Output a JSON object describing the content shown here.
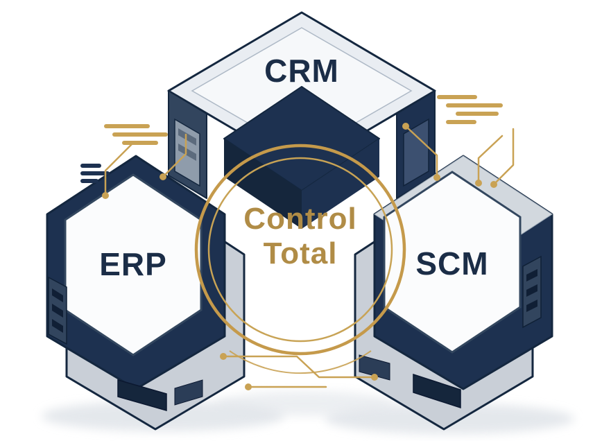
{
  "diagram": {
    "type": "isometric-hexagon-modules",
    "center_label": {
      "line1": "Control",
      "line2": "Total"
    },
    "modules": [
      {
        "id": "crm",
        "label": "CRM",
        "position": "top"
      },
      {
        "id": "erp",
        "label": "ERP",
        "position": "bottom-left"
      },
      {
        "id": "scm",
        "label": "SCM",
        "position": "bottom-right"
      }
    ],
    "colors": {
      "navy": "#1d3150",
      "navy_dark": "#10223a",
      "navy_deep": "#15263c",
      "slate": "#32455e",
      "gray_base": "#c9cfd7",
      "gray_roof": "#d2d8de",
      "face_light": "#e9edf2",
      "face_lighter": "#f6f8fa",
      "white_face": "#fbfcfd",
      "gold": "#c9a254",
      "gold_text": "#b08c46",
      "shadow": "#e0e4e9",
      "outline": "#14273f"
    },
    "decorations": [
      "circuit-bars-top-left",
      "circuit-bars-navy-left",
      "circuit-bars-top-right",
      "circuit-trace-erp-up-left",
      "circuit-trace-erp-up-mid",
      "circuit-trace-crm-to-scm",
      "circuit-trace-scm-up",
      "circuit-trace-scm-right",
      "circuit-trace-bottom-across",
      "circuit-trace-bottom-short",
      "connection-ring-outer",
      "connection-ring-inner",
      "connection-arc-bottom"
    ]
  }
}
